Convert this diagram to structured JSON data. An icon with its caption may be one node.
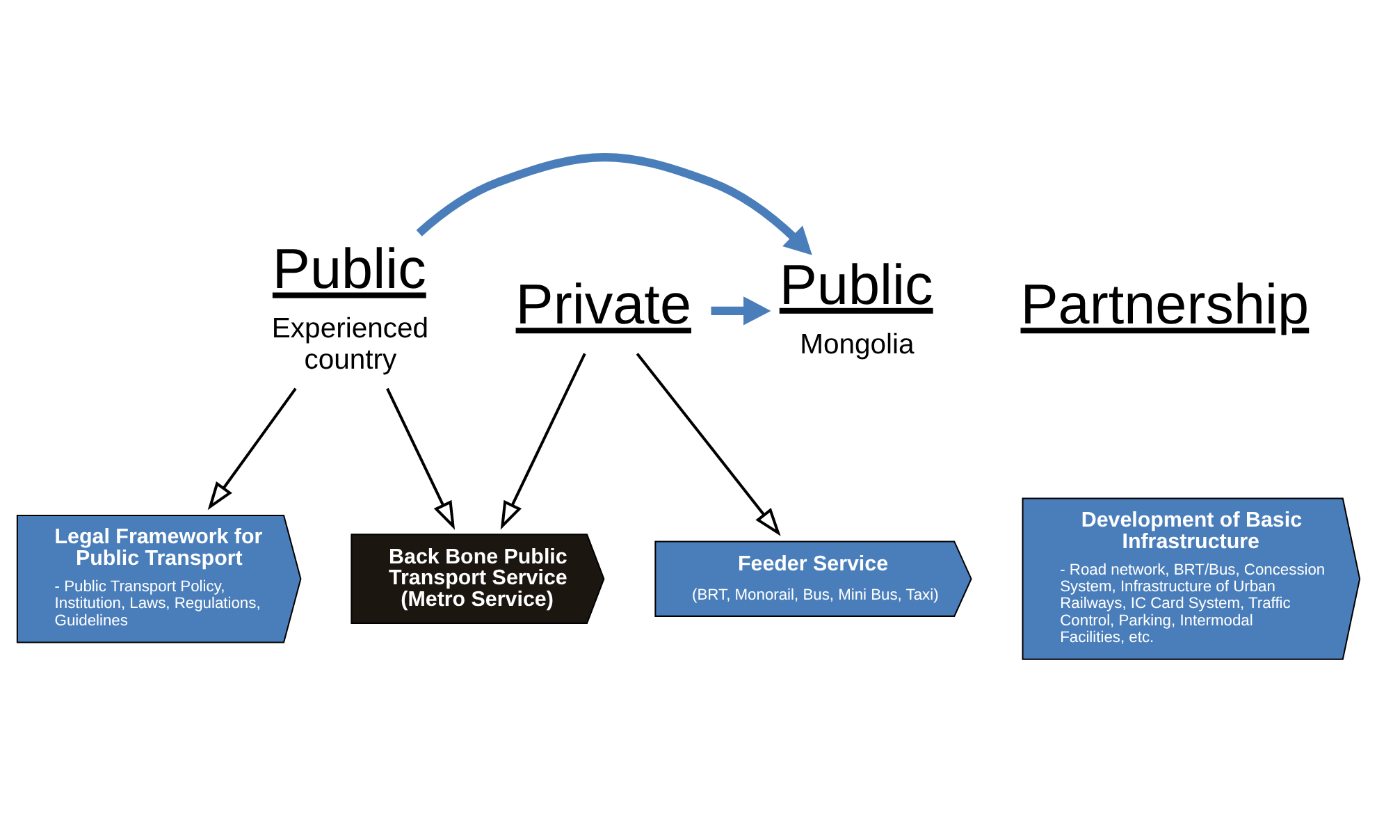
{
  "diagram": {
    "nodes": [
      {
        "text": [
          "Public",
          "Experienced country"
        ]
      },
      {
        "text": [
          "Public",
          "Mongolia"
        ]
      },
      {
        "text": [
          "Private"
        ]
      },
      {
        "text": [
          "Partnership"
        ]
      },
      {
        "text": [
          "Legal Framework for Public Transport",
          "- Public Transport Policy, Institution, Laws, Regulations, Guidelines"
        ]
      },
      {
        "text": [
          "Development of Basic Infrastructure",
          "- Road network, BRT/Bus, Concession System, Infrastructure of Urban Railways, IC Card System, Traffic Control, Parking, Intermodal Facilities, etc."
        ]
      },
      {
        "text": [
          "Back Bone Public Transport Service (Metro Service)"
        ]
      },
      {
        "text": [
          "Feeder Service",
          "(BRT, Monorail, Bus, Mini Bus, Taxi)"
        ]
      }
    ],
    "edges": [
      {
        "from": 0,
        "to": 1,
        "arrow": "to",
        "style": "thick",
        "color": "#4a7ebb"
      },
      {
        "from": 2,
        "to": 1,
        "arrow": "to",
        "style": "thick",
        "color": "#4a7ebb"
      },
      {
        "from": 0,
        "to": 4,
        "arrow": "to"
      },
      {
        "from": 0,
        "to": 6,
        "arrow": "to"
      },
      {
        "from": 2,
        "to": 6,
        "arrow": "to"
      },
      {
        "from": 2,
        "to": 7,
        "arrow": "to"
      }
    ]
  }
}
